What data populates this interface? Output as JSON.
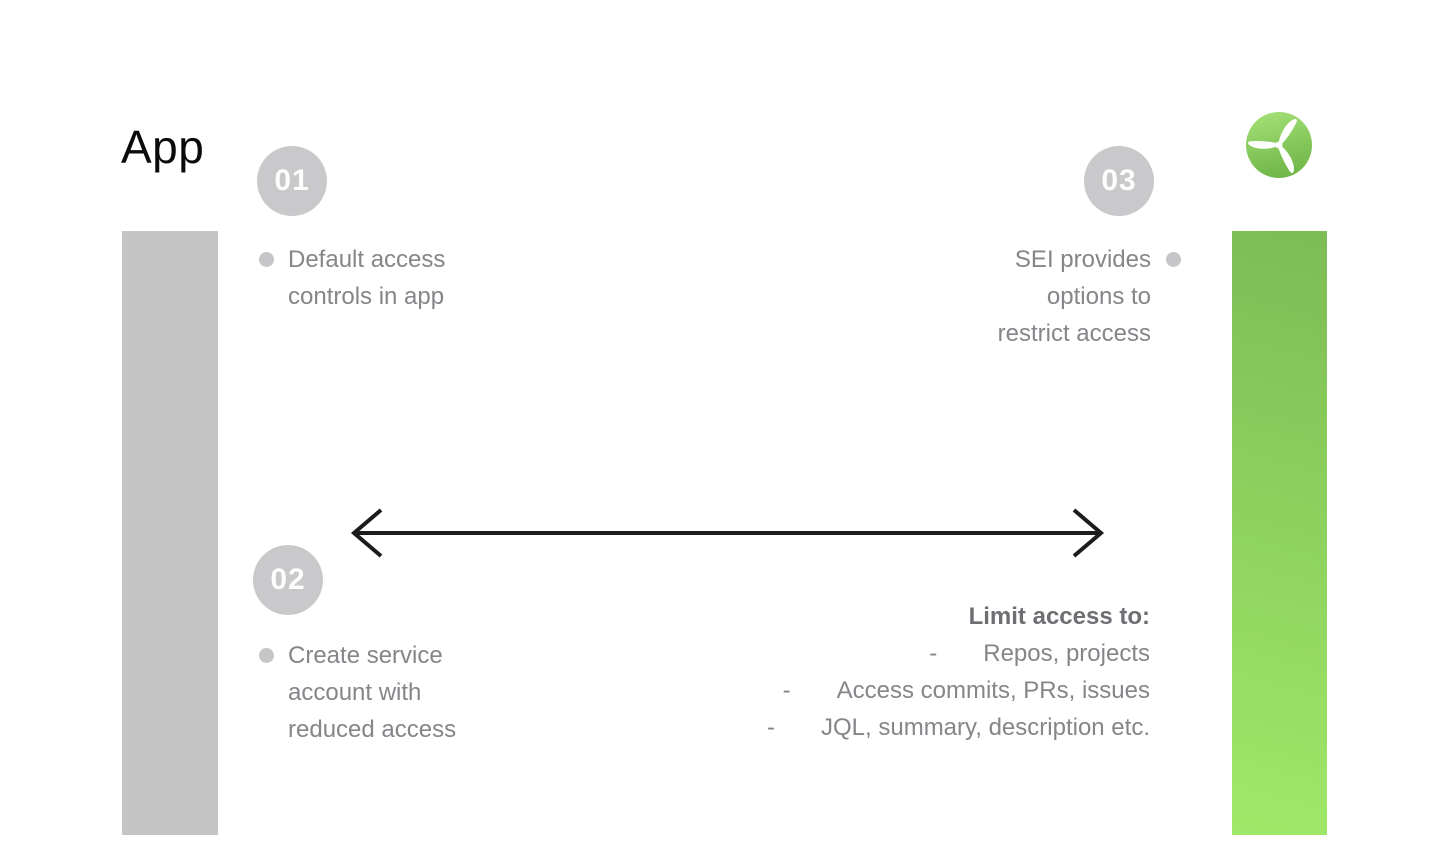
{
  "page": {
    "title": "App"
  },
  "logo": {
    "icon": "propeller-logo"
  },
  "steps": [
    {
      "number": "01",
      "lines": [
        "Default access",
        "controls in app"
      ]
    },
    {
      "number": "02",
      "lines": [
        "Create service",
        "account with",
        "reduced access"
      ]
    },
    {
      "number": "03",
      "lines": [
        "SEI provides",
        "options to",
        "restrict access"
      ]
    }
  ],
  "limit": {
    "heading": "Limit access to:",
    "dash": "-",
    "items": [
      "Repos, projects",
      "Access commits, PRs, issues",
      "JQL, summary, description etc."
    ]
  },
  "colors": {
    "bar-gray": "#c5c5c6",
    "badge-gray": "#c9c9cb",
    "bullet-gray": "#c6c6c8",
    "text-gray": "#85858a",
    "heading-gray": "#6e6e73",
    "green-dark": "#7cbc55",
    "green-light": "#9fe969",
    "arrow-black": "#1c1c1c"
  }
}
